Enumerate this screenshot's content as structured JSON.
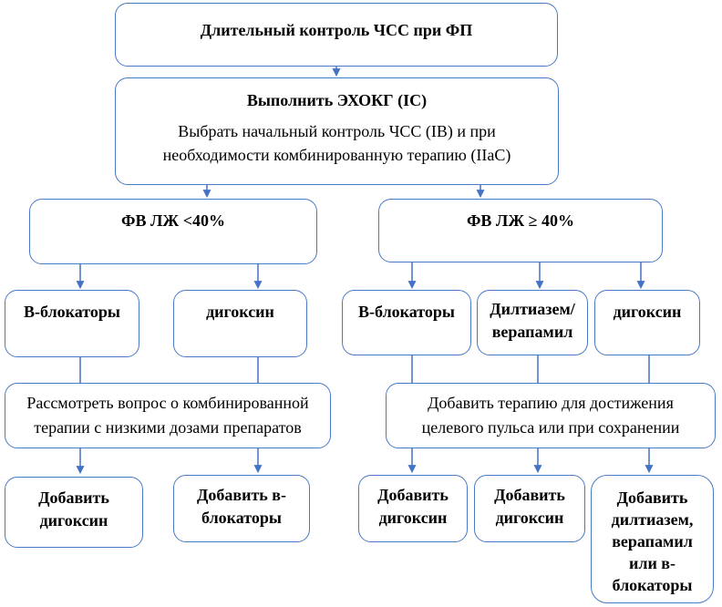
{
  "colors": {
    "accent_border": "#4a7ac7",
    "arrow": "#4472c4",
    "text": "#000000",
    "background": "#ffffff"
  },
  "flowchart": {
    "top": "Длительный контроль ЧСС при ФП",
    "echo_title": "Выполнить ЭХОКГ (IC)",
    "echo_body": "Выбрать начальный контроль ЧСС (IB) и при\nнеобходимости комбинированную терапию (IIaC)",
    "ef_low": "ФВ ЛЖ <40%",
    "ef_high": "ФВ ЛЖ ≥ 40%",
    "bb_left": "В-блокаторы",
    "digoxin_left": "дигоксин",
    "bb_right": "В-блокаторы",
    "dilt_verap": "Дилтиазем/\nверапамил",
    "digoxin_right": "дигоксин",
    "combine_low_ef": "Рассмотреть вопрос о комбинированной\nтерапии с низкими дозами препаратов",
    "add_therapy": "Добавить терапию для достижения\nцелевого пульса или при сохранении",
    "add_digoxin_1": "Добавить\nдигоксин",
    "add_bblockers": "Добавить в-\nблокаторы",
    "add_digoxin_2": "Добавить\nдигоксин",
    "add_digoxin_3": "Добавить\nдигоксин",
    "add_dilt_verap_bb": "Добавить\nдилтиазем,\nверапамил\nили в-\nблокаторы"
  }
}
